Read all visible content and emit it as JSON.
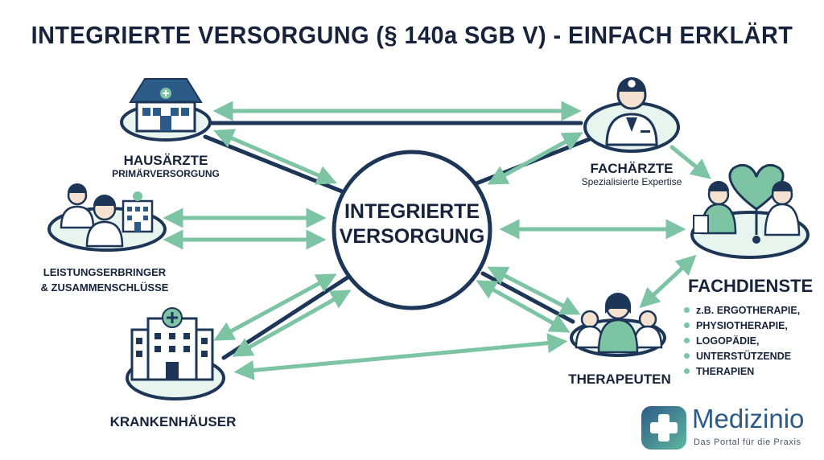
{
  "title": "INTEGRIERTE VERSORGUNG (§ 140a SGB V) - EINFACH ERKLÄRT",
  "center": {
    "line1": "INTEGRIERTE",
    "line2": "VERSORGUNG"
  },
  "nodes": {
    "hausaerzte": {
      "label": "HAUSÄRZTE",
      "sub": "PRIMÄRVERSORGUNG"
    },
    "leistungserbringer": {
      "line1": "LEISTUNGSERBRINGER",
      "line2": "& ZUSAMMENSCHLÜSSE"
    },
    "krankenhaeuser": {
      "label": "KRANKENHÄUSER"
    },
    "fachaerzte": {
      "label": "FACHÄRZTE",
      "sub": "Spezialisierte Expertise"
    },
    "fachdienste": {
      "label": "FACHDIENSTE",
      "items": [
        "z.B. ERGOTHERAPIE,",
        "PHYSIOTHERAPIE,",
        "LOGOPÄDIE,",
        "UNTERSTÜTZENDE",
        "THERAPIEN"
      ]
    },
    "therapeuten": {
      "label": "THERAPEUTEN"
    }
  },
  "branding": {
    "name": "Medizinio",
    "tagline": "Das Portal für die Praxis"
  },
  "colors": {
    "navy": "#1d3557",
    "green": "#7cc4a3",
    "light_green": "#cfe9dc",
    "text": "#17233b"
  }
}
